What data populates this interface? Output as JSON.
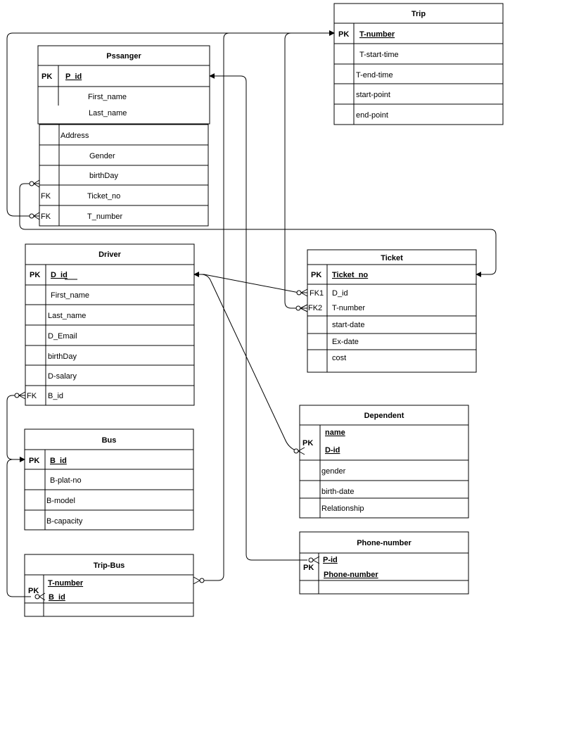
{
  "entities": {
    "trip": {
      "title": "Trip",
      "pk": "PK",
      "fields": [
        "T-number",
        "T-start-time",
        "T-end-time",
        "start-point",
        "end-point"
      ]
    },
    "passenger": {
      "title": "Pssanger",
      "pk": "PK",
      "fk1": "FK",
      "fk2": "FK",
      "fields": [
        "P_id",
        "First_name",
        "Last_name",
        "Address",
        "Gender",
        "birthDay",
        "Ticket_no",
        "T_number"
      ]
    },
    "driver": {
      "title": "Driver",
      "pk": "PK",
      "fk": "FK",
      "fields": [
        "D_id",
        "First_name",
        "Last_name",
        "D_Email",
        "birthDay",
        "D-salary",
        "B_id"
      ]
    },
    "ticket": {
      "title": "Ticket",
      "pk": "PK",
      "fk1": "FK1",
      "fk2": "FK2",
      "fields": [
        "Ticket_no",
        "D_id",
        "T-number",
        "start-date",
        "Ex-date",
        "cost"
      ]
    },
    "bus": {
      "title": "Bus",
      "pk": "PK",
      "fields": [
        "B_id",
        "B-plat-no",
        "B-model",
        "B-capacity"
      ]
    },
    "dependent": {
      "title": "Dependent",
      "pk": "PK",
      "fields": [
        "name",
        "D-id",
        "gender",
        "birth-date",
        "Relationship"
      ]
    },
    "phone": {
      "title": "Phone-number",
      "pk": "PK",
      "fields": [
        "P-id",
        "Phone-number"
      ]
    },
    "tripbus": {
      "title": "Trip-Bus",
      "pk": "PK",
      "fields": [
        "T-number",
        "B_id"
      ]
    }
  },
  "relationships": [
    {
      "from": "Pssanger.T_number",
      "to": "Trip.T-number",
      "cardinality": "many-to-one"
    },
    {
      "from": "Pssanger.Ticket_no",
      "to": "Ticket.Ticket_no",
      "cardinality": "many-to-one"
    },
    {
      "from": "Ticket.D_id",
      "to": "Driver.D_id",
      "cardinality": "many-to-one"
    },
    {
      "from": "Ticket.T-number",
      "to": "Trip.T-number",
      "cardinality": "many-to-one"
    },
    {
      "from": "Dependent.D-id",
      "to": "Driver.D_id",
      "cardinality": "many-to-one"
    },
    {
      "from": "Phone-number.P-id",
      "to": "Pssanger.P_id",
      "cardinality": "many-to-one"
    },
    {
      "from": "Driver.B_id",
      "to": "Bus.B_id",
      "cardinality": "many-to-one"
    },
    {
      "from": "Trip-Bus.B_id",
      "to": "Bus.B_id",
      "cardinality": "many-to-one"
    },
    {
      "from": "Trip-Bus.T-number",
      "to": "Trip.T-number",
      "cardinality": "many-to-one"
    }
  ]
}
